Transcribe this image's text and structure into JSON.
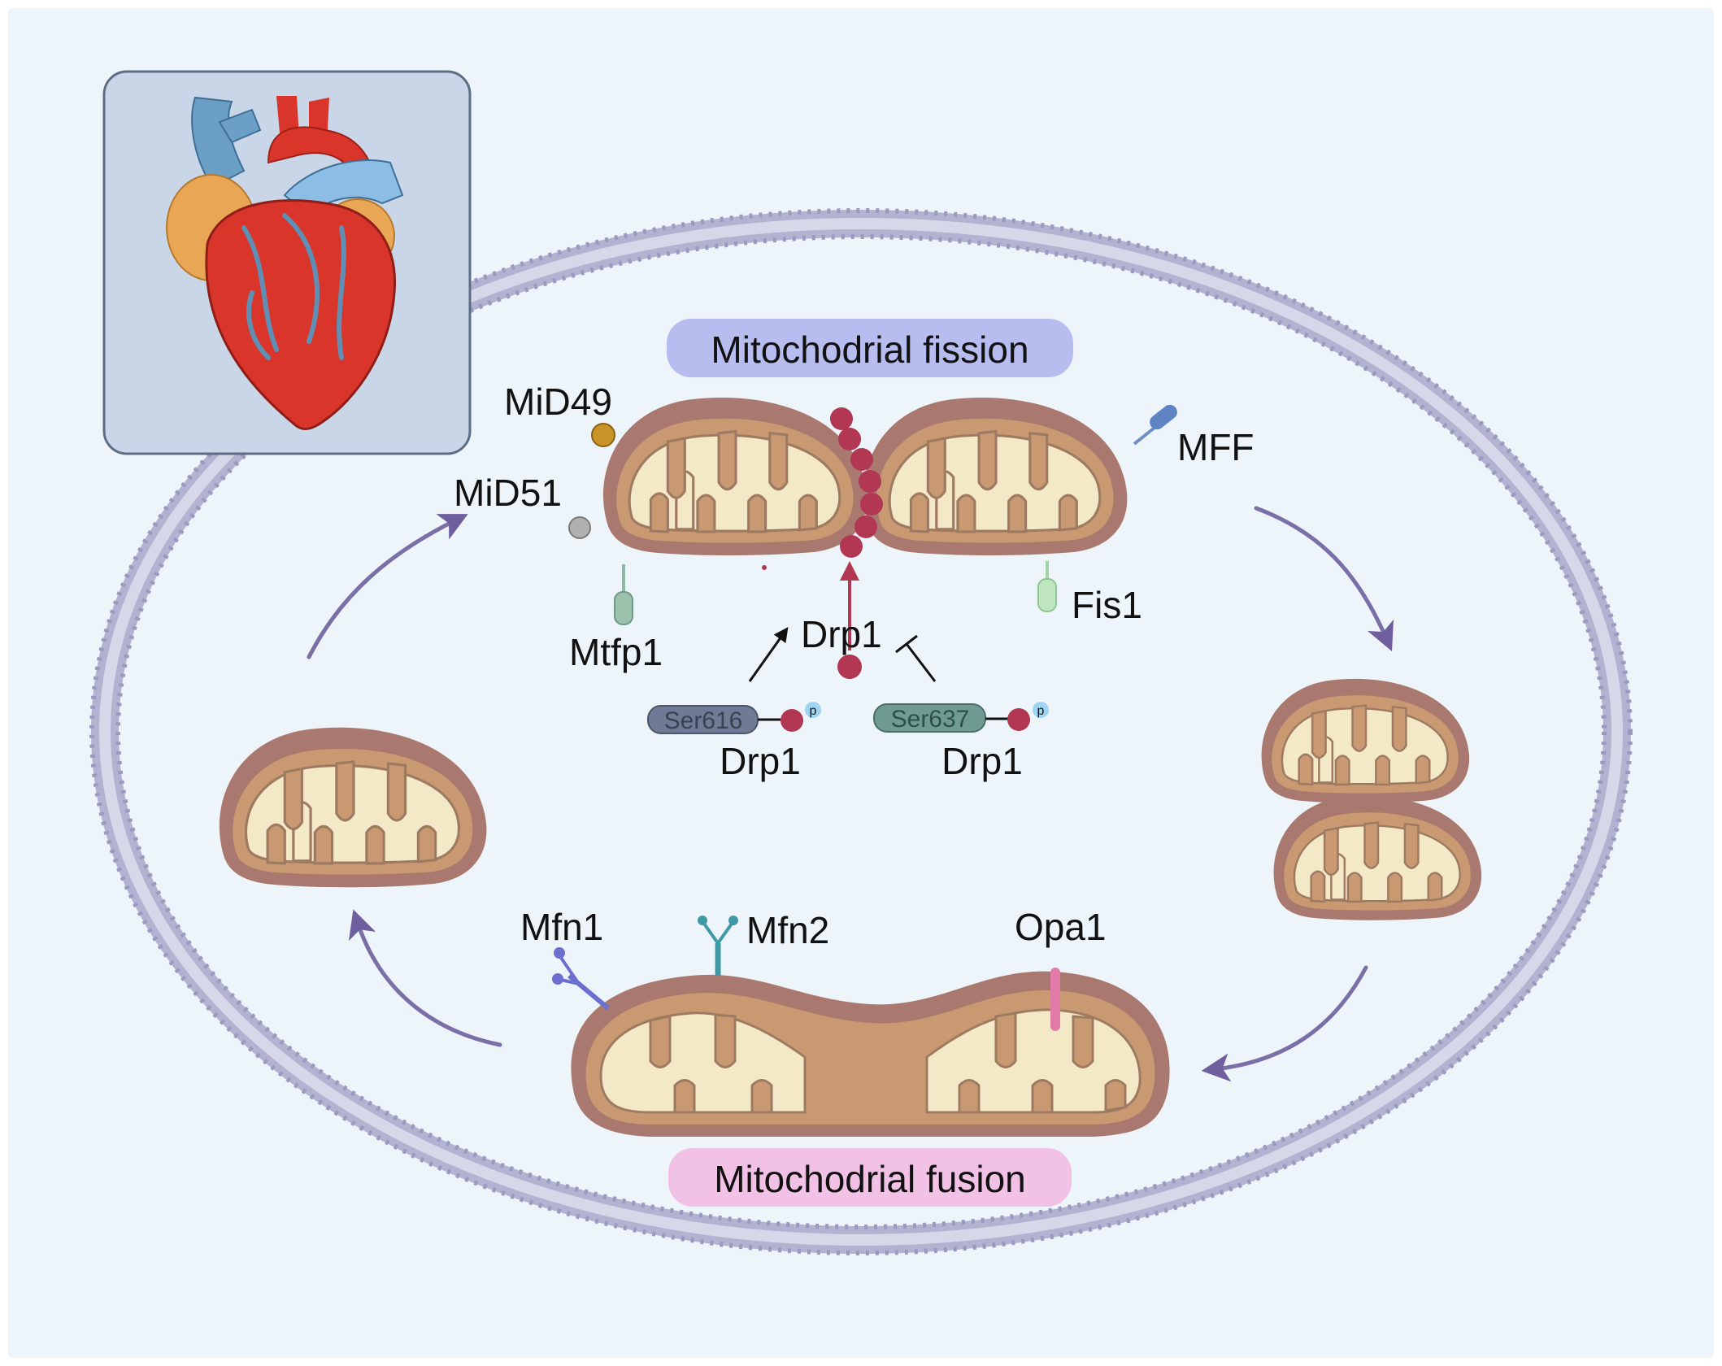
{
  "titles": {
    "fission": "Mitochodrial fission",
    "fusion": "Mitochodrial fusion"
  },
  "proteins": {
    "mid49": "MiD49",
    "mid51": "MiD51",
    "mff": "MFF",
    "fis1": "Fis1",
    "mtfp1": "Mtfp1",
    "drp1_center": "Drp1",
    "drp1_left": "Drp1",
    "drp1_right": "Drp1",
    "mfn1": "Mfn1",
    "mfn2": "Mfn2",
    "opa1": "Opa1"
  },
  "phospho": {
    "ser616": "Ser616",
    "ser637": "Ser637",
    "p_left": "p",
    "p_right": "p"
  },
  "colors": {
    "background": "#eef5fa",
    "cell_membrane": "#a7a7c8",
    "heart_panel": "#c9d6e7",
    "mito_outer": "#a9786f",
    "mito_inner": "#c99a72",
    "mito_matrix": "#f3e9c6",
    "drp1": "#b13752",
    "fission_pill": "#b8bdf0",
    "fusion_pill": "#f2c2e6",
    "cycle_arrow": "#7a6fa6"
  },
  "icons": {
    "heart": "heart-icon"
  }
}
